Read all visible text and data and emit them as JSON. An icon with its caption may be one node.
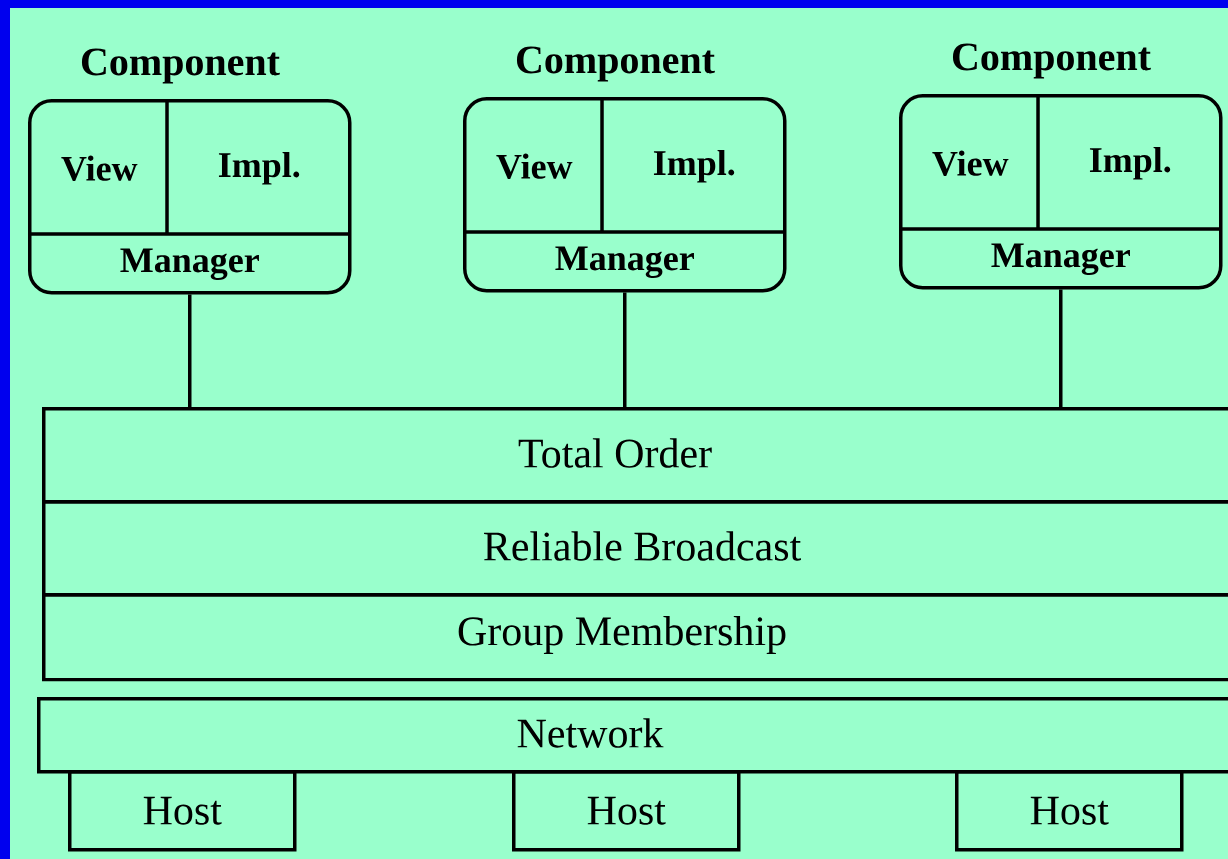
{
  "diagram": {
    "nodes": [
      {
        "text": [
          "Component"
        ]
      },
      {
        "text": [
          "View"
        ],
        "in": 0
      },
      {
        "text": [
          "Impl."
        ],
        "in": 0
      },
      {
        "text": [
          "Manager"
        ],
        "in": 0
      },
      {
        "text": [
          "Component"
        ]
      },
      {
        "text": [
          "View"
        ],
        "in": 4
      },
      {
        "text": [
          "Impl."
        ],
        "in": 4
      },
      {
        "text": [
          "Manager"
        ],
        "in": 4
      },
      {
        "text": [
          "Component"
        ]
      },
      {
        "text": [
          "View"
        ],
        "in": 8
      },
      {
        "text": [
          "Impl."
        ],
        "in": 8
      },
      {
        "text": [
          "Manager"
        ],
        "in": 8
      },
      {
        "text": [
          "Total Order"
        ]
      },
      {
        "text": [
          "Reliable Broadcast"
        ]
      },
      {
        "text": [
          "Group Membership"
        ]
      },
      {
        "text": [
          "Network"
        ]
      },
      {
        "text": [
          "Host"
        ]
      },
      {
        "text": [
          "Host"
        ]
      },
      {
        "text": [
          "Host"
        ]
      }
    ],
    "edges": [
      {
        "from": 3,
        "to": 12,
        "arrow": "none"
      },
      {
        "from": 7,
        "to": 12,
        "arrow": "none"
      },
      {
        "from": 11,
        "to": 12,
        "arrow": "none"
      }
    ]
  }
}
